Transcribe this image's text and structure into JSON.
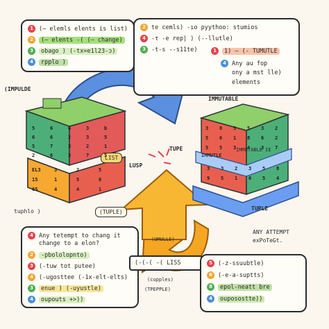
{
  "top_left_box": {
    "lines": [
      {
        "num": "1",
        "text": "(— elemls elents is list)",
        "color": "#e8414b",
        "hl": ""
      },
      {
        "num": "2",
        "text": "(— elents -( (— change)",
        "color": "#f2a531",
        "hl": "#a6e07d"
      },
      {
        "num": "3",
        "text": "obago  ) (-tx=e1l23-ɔ)",
        "color": "#4caf50",
        "hl": "#d9f0c0"
      },
      {
        "num": "4",
        "text": "rpplo  )",
        "color": "#4a8fd9",
        "hl": "#bfe0a6"
      }
    ]
  },
  "top_right_box": {
    "lines": [
      {
        "num": "2",
        "text": "te cemls) -ıo  pyythoo: stumios",
        "color": "#f2a531",
        "hl": ""
      },
      {
        "num": "4",
        "text": "-τ  -e rep|  ) (-‑llutle)",
        "color": "#e8414b",
        "hl": ""
      },
      {
        "num": "3",
        "text": "-t-s  -‑s11te)",
        "color": "#4caf50",
        "hl": ""
      },
      {
        "num": "1",
        "text": "1) — (-  TUMUTLE",
        "color": "#e8414b",
        "hl": "#f9c3a9"
      },
      {
        "num": "4",
        "text": "Any au fop",
        "color": "#4a8fd9",
        "hl": ""
      },
      {
        "num": "",
        "text": "ony a mst lle)",
        "color": "",
        "hl": ""
      },
      {
        "num": "",
        "text": "elements",
        "color": "",
        "hl": ""
      }
    ]
  },
  "diagram": {
    "label_impulde": "(IMPULDE",
    "label_immutable": "IMMUTABLE",
    "label_list": "LIST",
    "label_lusp": "LUSP",
    "label_tupe": "TUPE",
    "label_tuple_left": "(TUPLE)",
    "label_tuplo": "tuphlo )",
    "label_tuple_right": "TUPLE",
    "label_immutle": "IMMUTLE",
    "label_immutable_band": "IMMUTABLE IE",
    "grid_left_top": [
      "5",
      "6",
      "6",
      "3",
      "b",
      "6",
      "6",
      "2",
      "3",
      "5",
      "5",
      "7",
      "3",
      "2",
      "1",
      "2",
      "6",
      "3",
      "7",
      "5"
    ],
    "grid_left_bottom": [
      "EL3",
      "3",
      "2",
      "5",
      "15",
      "1",
      "5",
      "6",
      "65",
      "4",
      "4",
      "1"
    ],
    "grid_right_top": [
      "3",
      "8",
      "5",
      "5",
      "3",
      "2",
      "5",
      "6",
      "1",
      "8",
      "6",
      "2",
      "5",
      "5",
      "3",
      "4",
      "3",
      "7"
    ],
    "grid_right_bottom": [
      "3",
      "3",
      "2",
      "3",
      "5",
      "8",
      "9",
      "5",
      "1",
      "6",
      "5",
      "4"
    ]
  },
  "bottom_left_box": {
    "lines": [
      {
        "num": "4",
        "text": "Any tetempt to chang it",
        "color": "#e8414b",
        "hl": ""
      },
      {
        "num": "",
        "text": "change to a elon?",
        "color": "",
        "hl": ""
      },
      {
        "num": "2",
        "text": "-pbololopnto)",
        "color": "#f2a531",
        "hl": "#d9f0c0"
      },
      {
        "num": "3",
        "text": "(-tuw tot putee)",
        "color": "#e8414b",
        "hl": ""
      },
      {
        "num": "4",
        "text": "(-ugosttee (-1x-elt-elts)",
        "color": "#f2a531",
        "hl": ""
      },
      {
        "num": "3",
        "text": "enue  )  (-uyustle)",
        "color": "#4caf50",
        "hl": "#f7e79b"
      },
      {
        "num": "4",
        "text": "oupouts  +>))",
        "color": "#4a8fd9",
        "hl": "#d9f0c0"
      }
    ]
  },
  "bottom_right_box": {
    "lines": [
      {
        "num": "5",
        "text": "(-z-ssuubtle)",
        "color": "#e8414b",
        "hl": ""
      },
      {
        "num": "6",
        "text": "(-e-a-suptts)",
        "color": "#f2a531",
        "hl": ""
      },
      {
        "num": "8",
        "text": "epol-neatt bre",
        "color": "#4caf50",
        "hl": "#bfe0a6"
      },
      {
        "num": "4",
        "text": "ouposostte))",
        "color": "#4a8fd9",
        "hl": "#cbe8b0"
      }
    ]
  },
  "center_bottom": {
    "umulle": "(UMULLE)",
    "liss_line": "(-(-( -( LISS",
    "cupples": "(cupples)",
    "tpepple": "(TPEPPLE)"
  },
  "right_mid": {
    "any_attempt": "ANY ATTEMPT",
    "expotegt": "exPoTeGt."
  }
}
